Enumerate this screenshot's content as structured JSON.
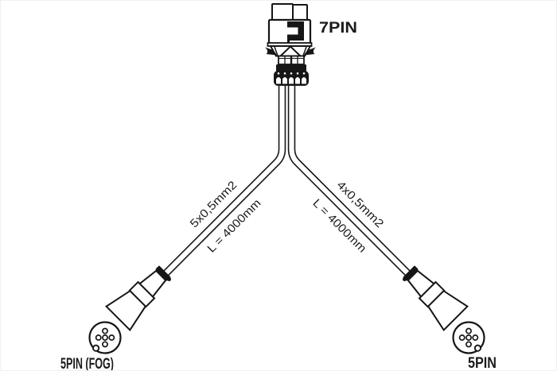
{
  "diagram": {
    "top_connector": {
      "label": "7PIN"
    },
    "left_branch": {
      "wire_spec": "5x0,5mm2",
      "length": "L = 4000mm",
      "connector_label": "5PIN (FOG)"
    },
    "right_branch": {
      "wire_spec": "4x0,5mm2",
      "length": "L = 4000mm",
      "connector_label": "5PIN"
    },
    "colors": {
      "line": "#161616",
      "background": "#ffffff"
    }
  }
}
